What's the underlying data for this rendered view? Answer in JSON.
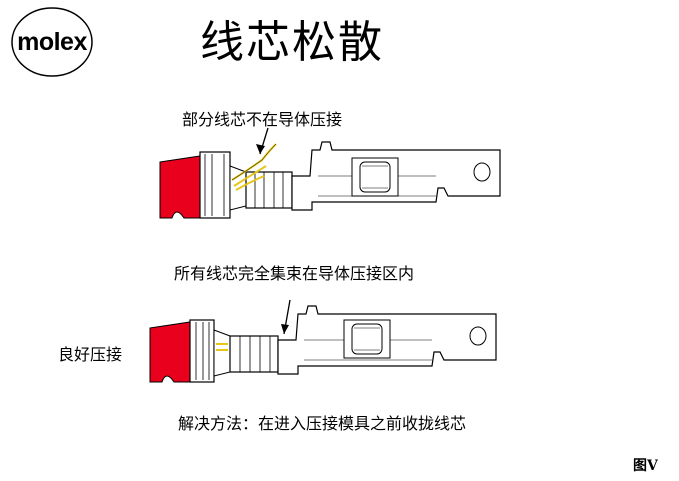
{
  "logo": {
    "text": "molex"
  },
  "title": "线芯松散",
  "captions": {
    "top_problem": "部分线芯不在导体压接",
    "middle_good": "所有线芯完全集束在导体压接区内",
    "left_label": "良好压接",
    "solution": "解决方法：在进入压接模具之前收拢线芯"
  },
  "figure_label": "图V",
  "colors": {
    "insulation": "#e8001c",
    "wire_strands": "#e6c619",
    "outline": "#000000"
  }
}
